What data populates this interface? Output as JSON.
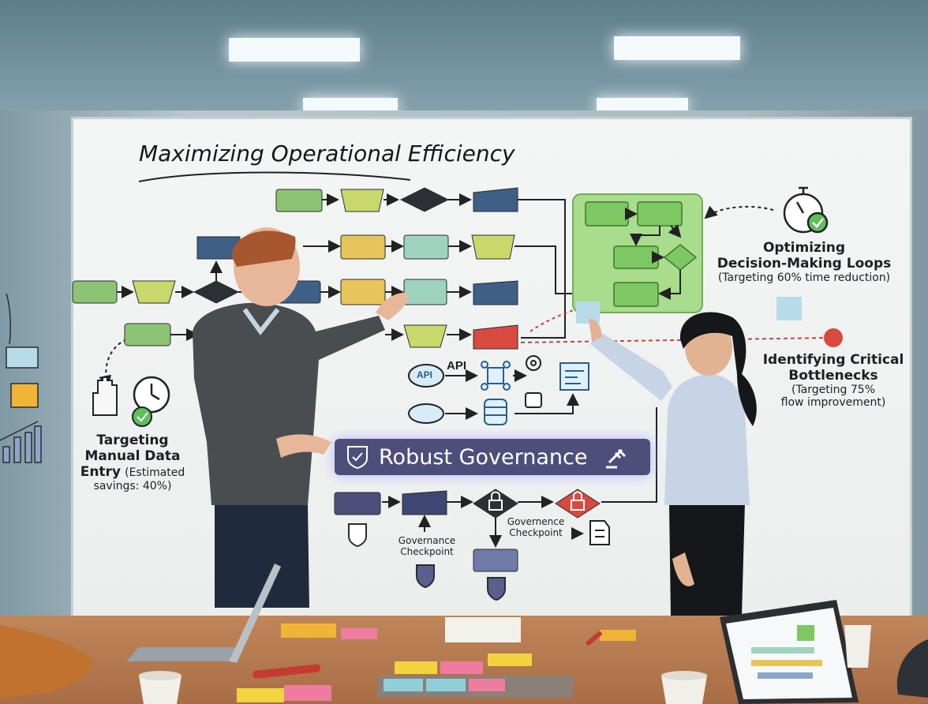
{
  "board": {
    "title": "Maximizing Operational Efficiency",
    "governance_banner": "Robust Governance",
    "api_label": "API",
    "api_icon_text": "API",
    "optimizing": {
      "line1": "Optimizing",
      "line2": "Decision-Making Loops",
      "line3": "(Targeting 60% time reduction)"
    },
    "bottlenecks": {
      "line1": "Identifying Critical",
      "line2": "Bottlenecks",
      "line3": "(Targeting 75%",
      "line4": "flow improvement)"
    },
    "manual": {
      "line1": "Targeting",
      "line2": "Manual Data",
      "line3": "Entry",
      "line3b": "(Estimated",
      "line4": "savings: 40%)"
    },
    "checkpoint_left": {
      "line1": "Governance",
      "line2": "Checkpoint"
    },
    "checkpoint_right": {
      "line1": "Governence",
      "line2": "Checkpoint"
    }
  },
  "colors": {
    "green": "#8cc474",
    "lime": "#c9d86a",
    "yellow": "#e7c55a",
    "teal": "#9fd3c0",
    "navy": "#3f5f86",
    "red": "#d8493f",
    "purple": "#4d4f7a",
    "panel": "#a9dc8c"
  }
}
